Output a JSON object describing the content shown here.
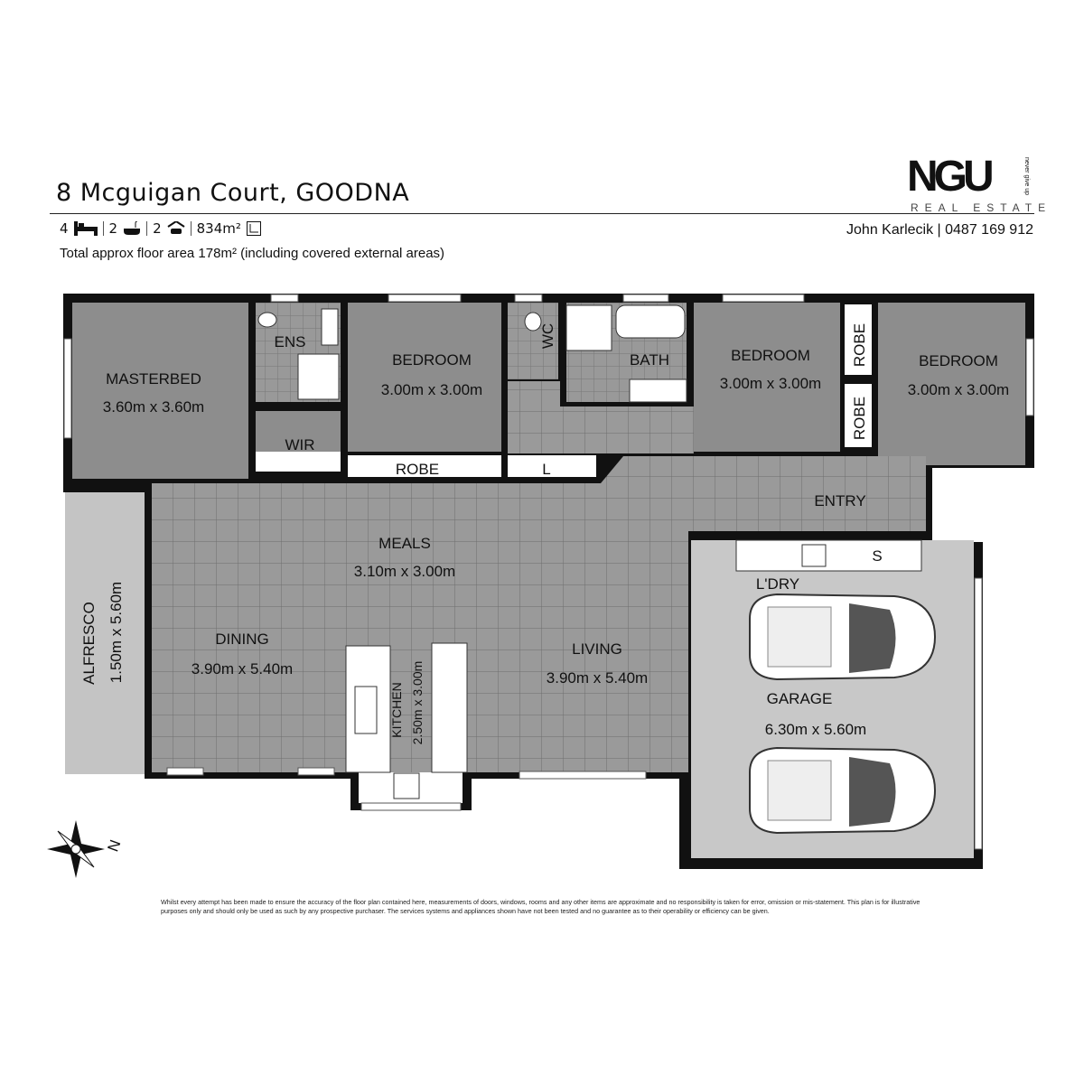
{
  "header": {
    "address": "8 Mcguigan Court, GOODNA",
    "bedrooms": "4",
    "bathrooms": "2",
    "car_spaces": "2",
    "land_area": "834m²",
    "floor_area_note": "Total approx floor area 178m² (including covered external areas)",
    "agent": "John Karlecik | 0487 169 912"
  },
  "logo": {
    "main": "NGU",
    "sub": "REAL ESTATE",
    "tagline": "never give up"
  },
  "icons": [
    "bed-icon",
    "bath-icon",
    "car-garage-icon",
    "land-area-icon",
    "compass-icon"
  ],
  "rooms": {
    "masterbed": {
      "name": "MASTERBED",
      "size": "3.60m x 3.60m"
    },
    "ens": {
      "name": "ENS"
    },
    "wir": {
      "name": "WIR"
    },
    "bedroom1": {
      "name": "BEDROOM",
      "size": "3.00m x 3.00m"
    },
    "robe1": {
      "name": "ROBE"
    },
    "wc": {
      "name": "WC"
    },
    "bath": {
      "name": "BATH"
    },
    "linen": {
      "name": "L"
    },
    "bedroom2": {
      "name": "BEDROOM",
      "size": "3.00m x 3.00m"
    },
    "robe2": {
      "name": "ROBE"
    },
    "robe3": {
      "name": "ROBE"
    },
    "bedroom3": {
      "name": "BEDROOM",
      "size": "3.00m x 3.00m"
    },
    "entry": {
      "name": "ENTRY"
    },
    "meals": {
      "name": "MEALS",
      "size": "3.10m x 3.00m"
    },
    "dining": {
      "name": "DINING",
      "size": "3.90m x 5.40m"
    },
    "living": {
      "name": "LIVING",
      "size": "3.90m x 5.40m"
    },
    "kitchen": {
      "name": "KITCHEN",
      "size": "2.50m x 3.00m"
    },
    "alfresco": {
      "name": "ALFRESCO",
      "size": "1.50m x 5.60m"
    },
    "laundry": {
      "name": "L'DRY"
    },
    "storage": {
      "name": "S"
    },
    "garage": {
      "name": "GARAGE",
      "size": "6.30m x 5.60m"
    }
  },
  "compass_label": "N",
  "disclaimer": "Whilst every attempt has been made to ensure the accuracy of the floor plan contained here, measurements of doors, windows, rooms and any other items are approximate and no responsibility is taken for error, omission or mis-statement. This plan is for illustrative purposes only and should only be used as such by any prospective purchaser. The services systems and appliances shown have not been tested and no guarantee as to their operability or efficiency can be given."
}
